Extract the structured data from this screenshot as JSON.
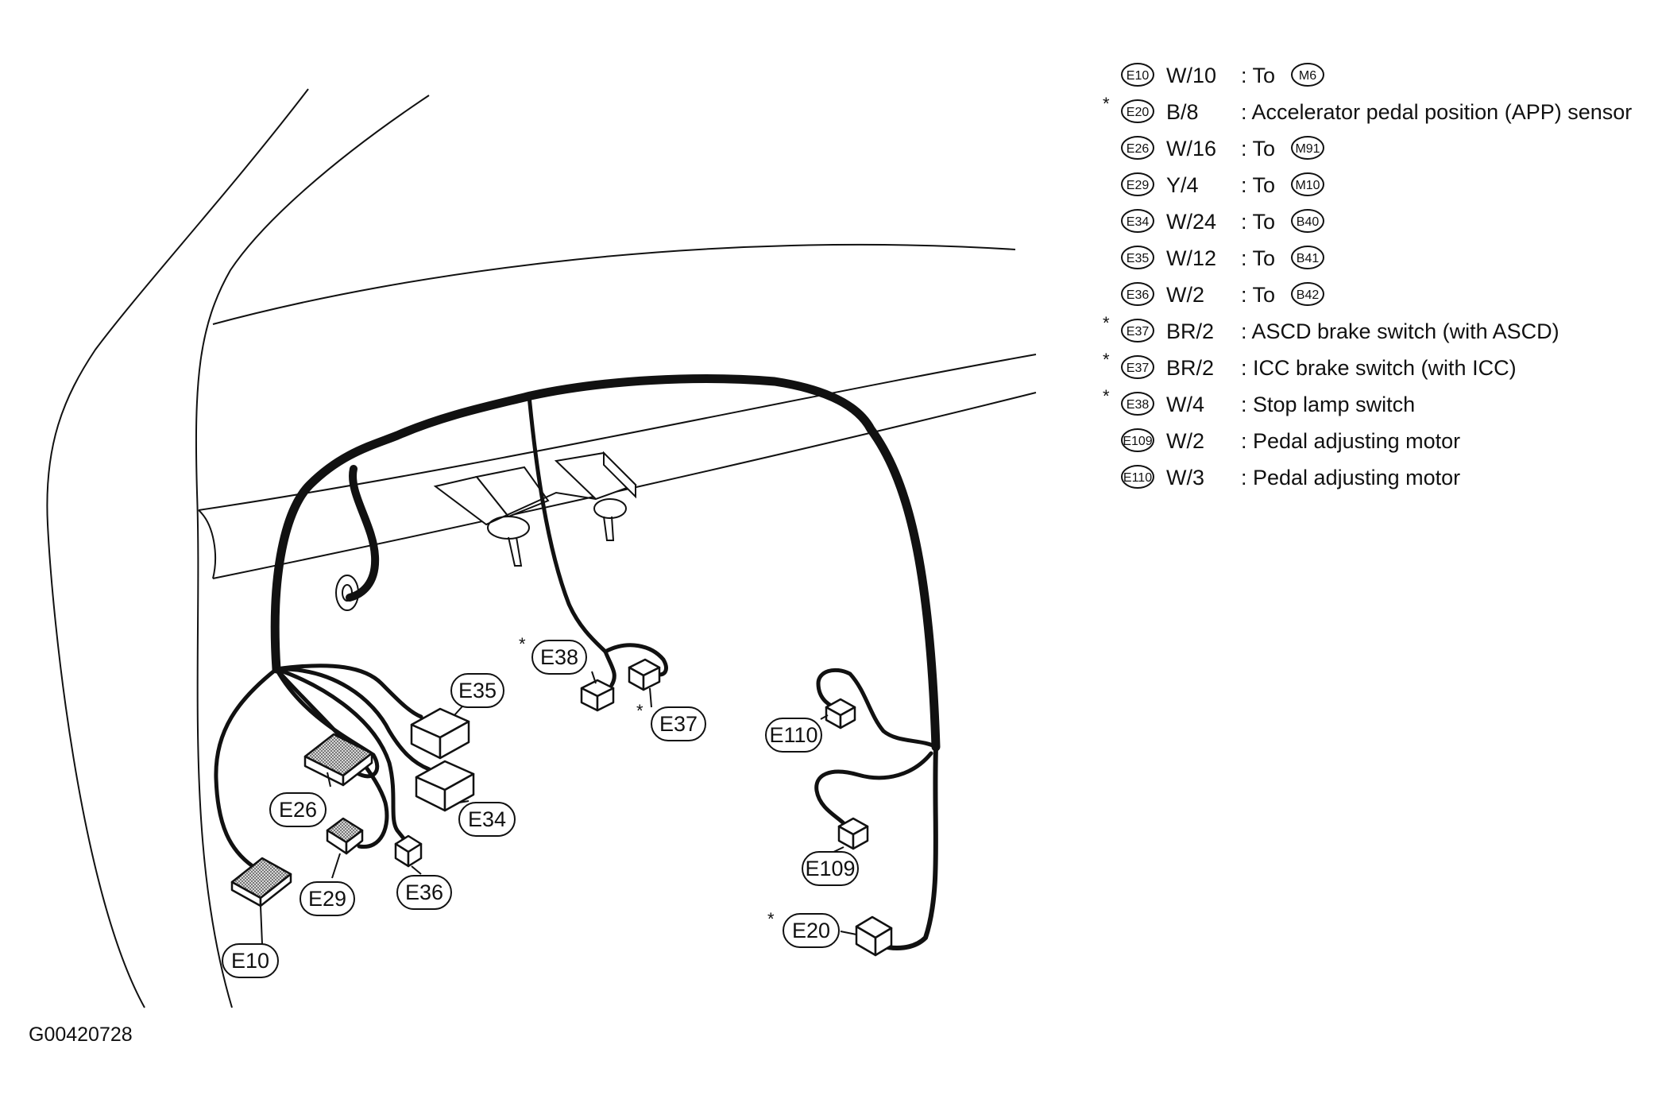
{
  "figure_id": "G00420728",
  "legend": [
    {
      "id": "E10",
      "starred": false,
      "code": "W/10",
      "desc": ": To",
      "to": "M6"
    },
    {
      "id": "E20",
      "starred": true,
      "code": "B/8",
      "desc": ": Accelerator pedal position (APP) sensor",
      "to": ""
    },
    {
      "id": "E26",
      "starred": false,
      "code": "W/16",
      "desc": ": To",
      "to": "M91"
    },
    {
      "id": "E29",
      "starred": false,
      "code": "Y/4",
      "desc": ": To",
      "to": "M10"
    },
    {
      "id": "E34",
      "starred": false,
      "code": "W/24",
      "desc": ": To",
      "to": "B40"
    },
    {
      "id": "E35",
      "starred": false,
      "code": "W/12",
      "desc": ": To",
      "to": "B41"
    },
    {
      "id": "E36",
      "starred": false,
      "code": "W/2",
      "desc": ": To",
      "to": "B42"
    },
    {
      "id": "E37",
      "starred": true,
      "code": "BR/2",
      "desc": ": ASCD brake switch (with ASCD)",
      "to": ""
    },
    {
      "id": "E37",
      "starred": true,
      "code": "BR/2",
      "desc": ": ICC brake switch (with ICC)",
      "to": ""
    },
    {
      "id": "E38",
      "starred": true,
      "code": "W/4",
      "desc": ": Stop lamp switch",
      "to": ""
    },
    {
      "id": "E109",
      "starred": false,
      "code": "W/2",
      "desc": ": Pedal adjusting motor",
      "to": ""
    },
    {
      "id": "E110",
      "starred": false,
      "code": "W/3",
      "desc": ": Pedal adjusting motor",
      "to": ""
    }
  ],
  "callouts": {
    "e35": "E35",
    "e38": "E38",
    "e37": "E37",
    "e110": "E110",
    "e26": "E26",
    "e34": "E34",
    "e109": "E109",
    "e29": "E29",
    "e36": "E36",
    "e20": "E20",
    "e10": "E10"
  },
  "star_mark": "*",
  "colors": {
    "line": "#111111",
    "connector_shade": "#9a9a9a",
    "background": "#ffffff"
  }
}
